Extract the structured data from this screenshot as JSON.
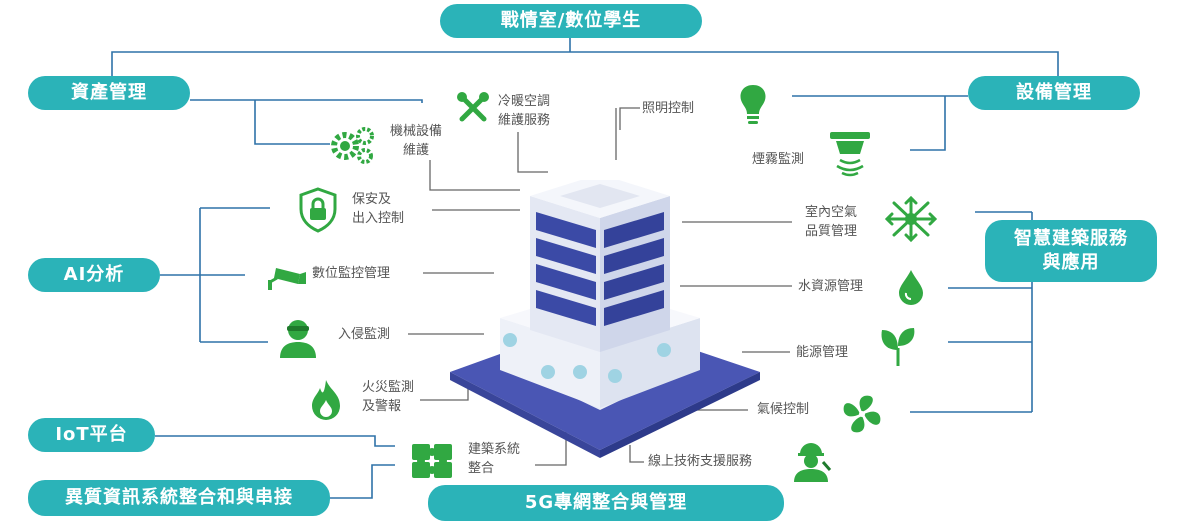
{
  "colors": {
    "accent": "#2bb3b8",
    "icon": "#31a842",
    "line": "#2f72a8",
    "building": "#3b4aa6"
  },
  "categories": {
    "war_room": "戰情室/數位學生",
    "asset_mgmt": "資產管理",
    "equipment_mgmt": "設備管理",
    "ai": "AI分析",
    "smart_building_1": "智慧建築服務",
    "smart_building_2": "與應用",
    "iot": "IoT平台",
    "integration": "異質資訊系統整合和與串接",
    "network": "5G專網整合與管理"
  },
  "services": {
    "hvac_1": "冷暖空調",
    "hvac_2": "維護服務",
    "mech_1": "機械設備",
    "mech_2": "維護",
    "lighting": "照明控制",
    "smoke": "煙霧監測",
    "security_1": "保安及",
    "security_2": "出入控制",
    "air_1": "室內空氣",
    "air_2": "品質管理",
    "cctv": "數位監控管理",
    "water": "水資源管理",
    "intrusion": "入侵監測",
    "energy": "能源管理",
    "fire_1": "火災監測",
    "fire_2": "及警報",
    "climate": "氣候控制",
    "bms_1": "建築系統",
    "bms_2": "整合",
    "remote_support": "線上技術支援服務"
  },
  "icons": [
    "tools-icon",
    "gears-icon",
    "lightbulb-icon",
    "smoke-detector-icon",
    "shield-lock-icon",
    "air-quality-icon",
    "cctv-camera-icon",
    "water-drop-icon",
    "person-icon",
    "leaf-icon",
    "flame-icon",
    "fan-icon",
    "puzzle-icon",
    "technician-icon"
  ]
}
